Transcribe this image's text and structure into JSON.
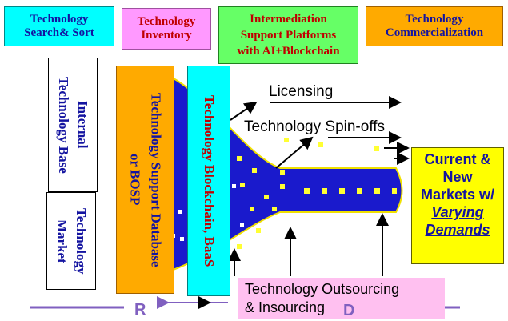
{
  "colors": {
    "cyan": "#00ffff",
    "pink": "#ff99ff",
    "green": "#66ff66",
    "orange": "#ffaa00",
    "yellow": "#ffff00",
    "navy": "#1414a0",
    "purple": "#8060c0",
    "lightpink": "#ffc0f0",
    "funnel": "#1a1acc"
  },
  "header": {
    "search_sort": "Technology\nSearch& Sort",
    "inventory": "Technology\nInventory",
    "intermediation": "Intermediation\nSupport Platforms\nwith AI+Blockchain",
    "commercialization": "Technology\nCommercialization"
  },
  "left": {
    "internal_base": "Internal\nTechnology Base",
    "market": "Technology\nMarket"
  },
  "columns": {
    "support_database": "Technology Support Database\nor BOSP",
    "blockchain": "Technology Blockchain, BaaS"
  },
  "flows": {
    "licensing": "Licensing",
    "spinoffs": "Technology Spin-offs",
    "outsourcing": "Technology Outsourcing\n& Insourcing"
  },
  "markets": {
    "line1": "Current &",
    "line2": "New",
    "line3": "Markets w/",
    "line4": "Varying",
    "line5": "Demands"
  },
  "axis": {
    "r": "R",
    "d": "D"
  }
}
